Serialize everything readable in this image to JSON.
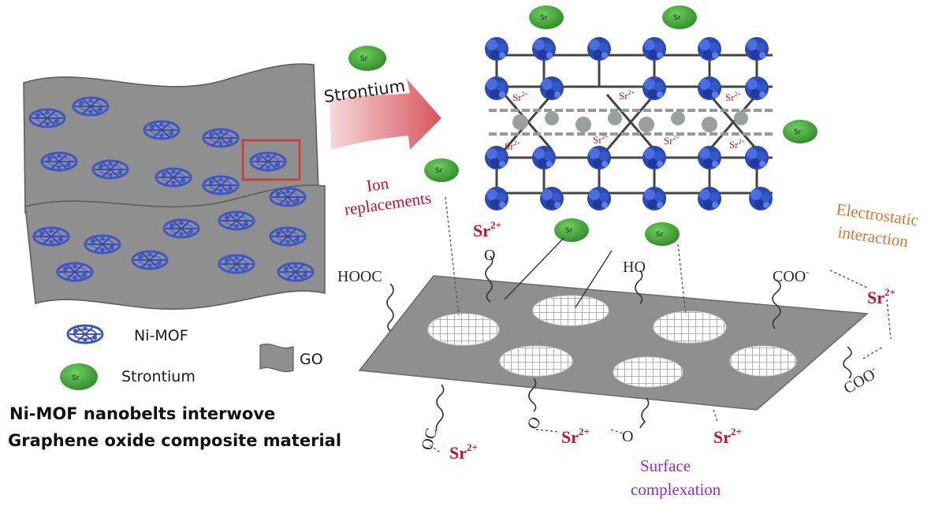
{
  "arrow_label": "Strontium",
  "ion_label": "Sr",
  "ion_charge": "2+",
  "legend": {
    "nimof": "Ni-MOF",
    "strontium": "Strontium",
    "go": "GO"
  },
  "composite_caption": {
    "line1": "Ni-MOF nanobelts interwove",
    "line2": "Graphene oxide composite material"
  },
  "mechanisms": {
    "ion_replacement": [
      "Ion",
      "replacements"
    ],
    "electrostatic": [
      "Electrostatic",
      "interaction"
    ],
    "surface_complexation": [
      "Surface",
      "complexation"
    ]
  },
  "groups": {
    "hooc": "HOOC",
    "ho": "HO",
    "o": "O",
    "oc": "OC",
    "coo": "COO",
    "coo_charge": "-"
  },
  "colors": {
    "mof_blue": "#3f56c9",
    "sr_green": "#3f9a37",
    "go_gray": "#909090",
    "sr_red": "#c8102e",
    "orange": "#d4782e",
    "purple": "#8a2be2",
    "arrow": "#e7898c"
  }
}
